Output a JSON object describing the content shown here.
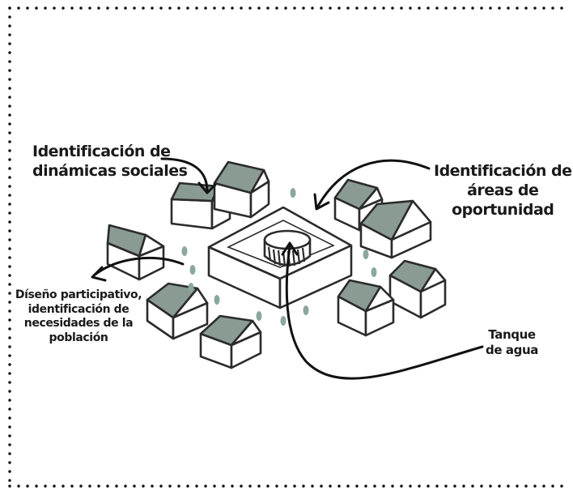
{
  "labels": {
    "dinamicas": "Identificación de\ndinámicas sociales",
    "oportunidad": "Identificación de\náreas de\noportunidad",
    "diseno": "Díseño participativo,\nidentificación de\nnecesidades de la\npoblación",
    "tanque": "Tanque\nde agua"
  },
  "colors": {
    "roof": "#8a9b93",
    "wall": "#ffffff",
    "stroke": "#2b2b2b",
    "tree": "#8aa89e",
    "border_dots": "#111111"
  }
}
